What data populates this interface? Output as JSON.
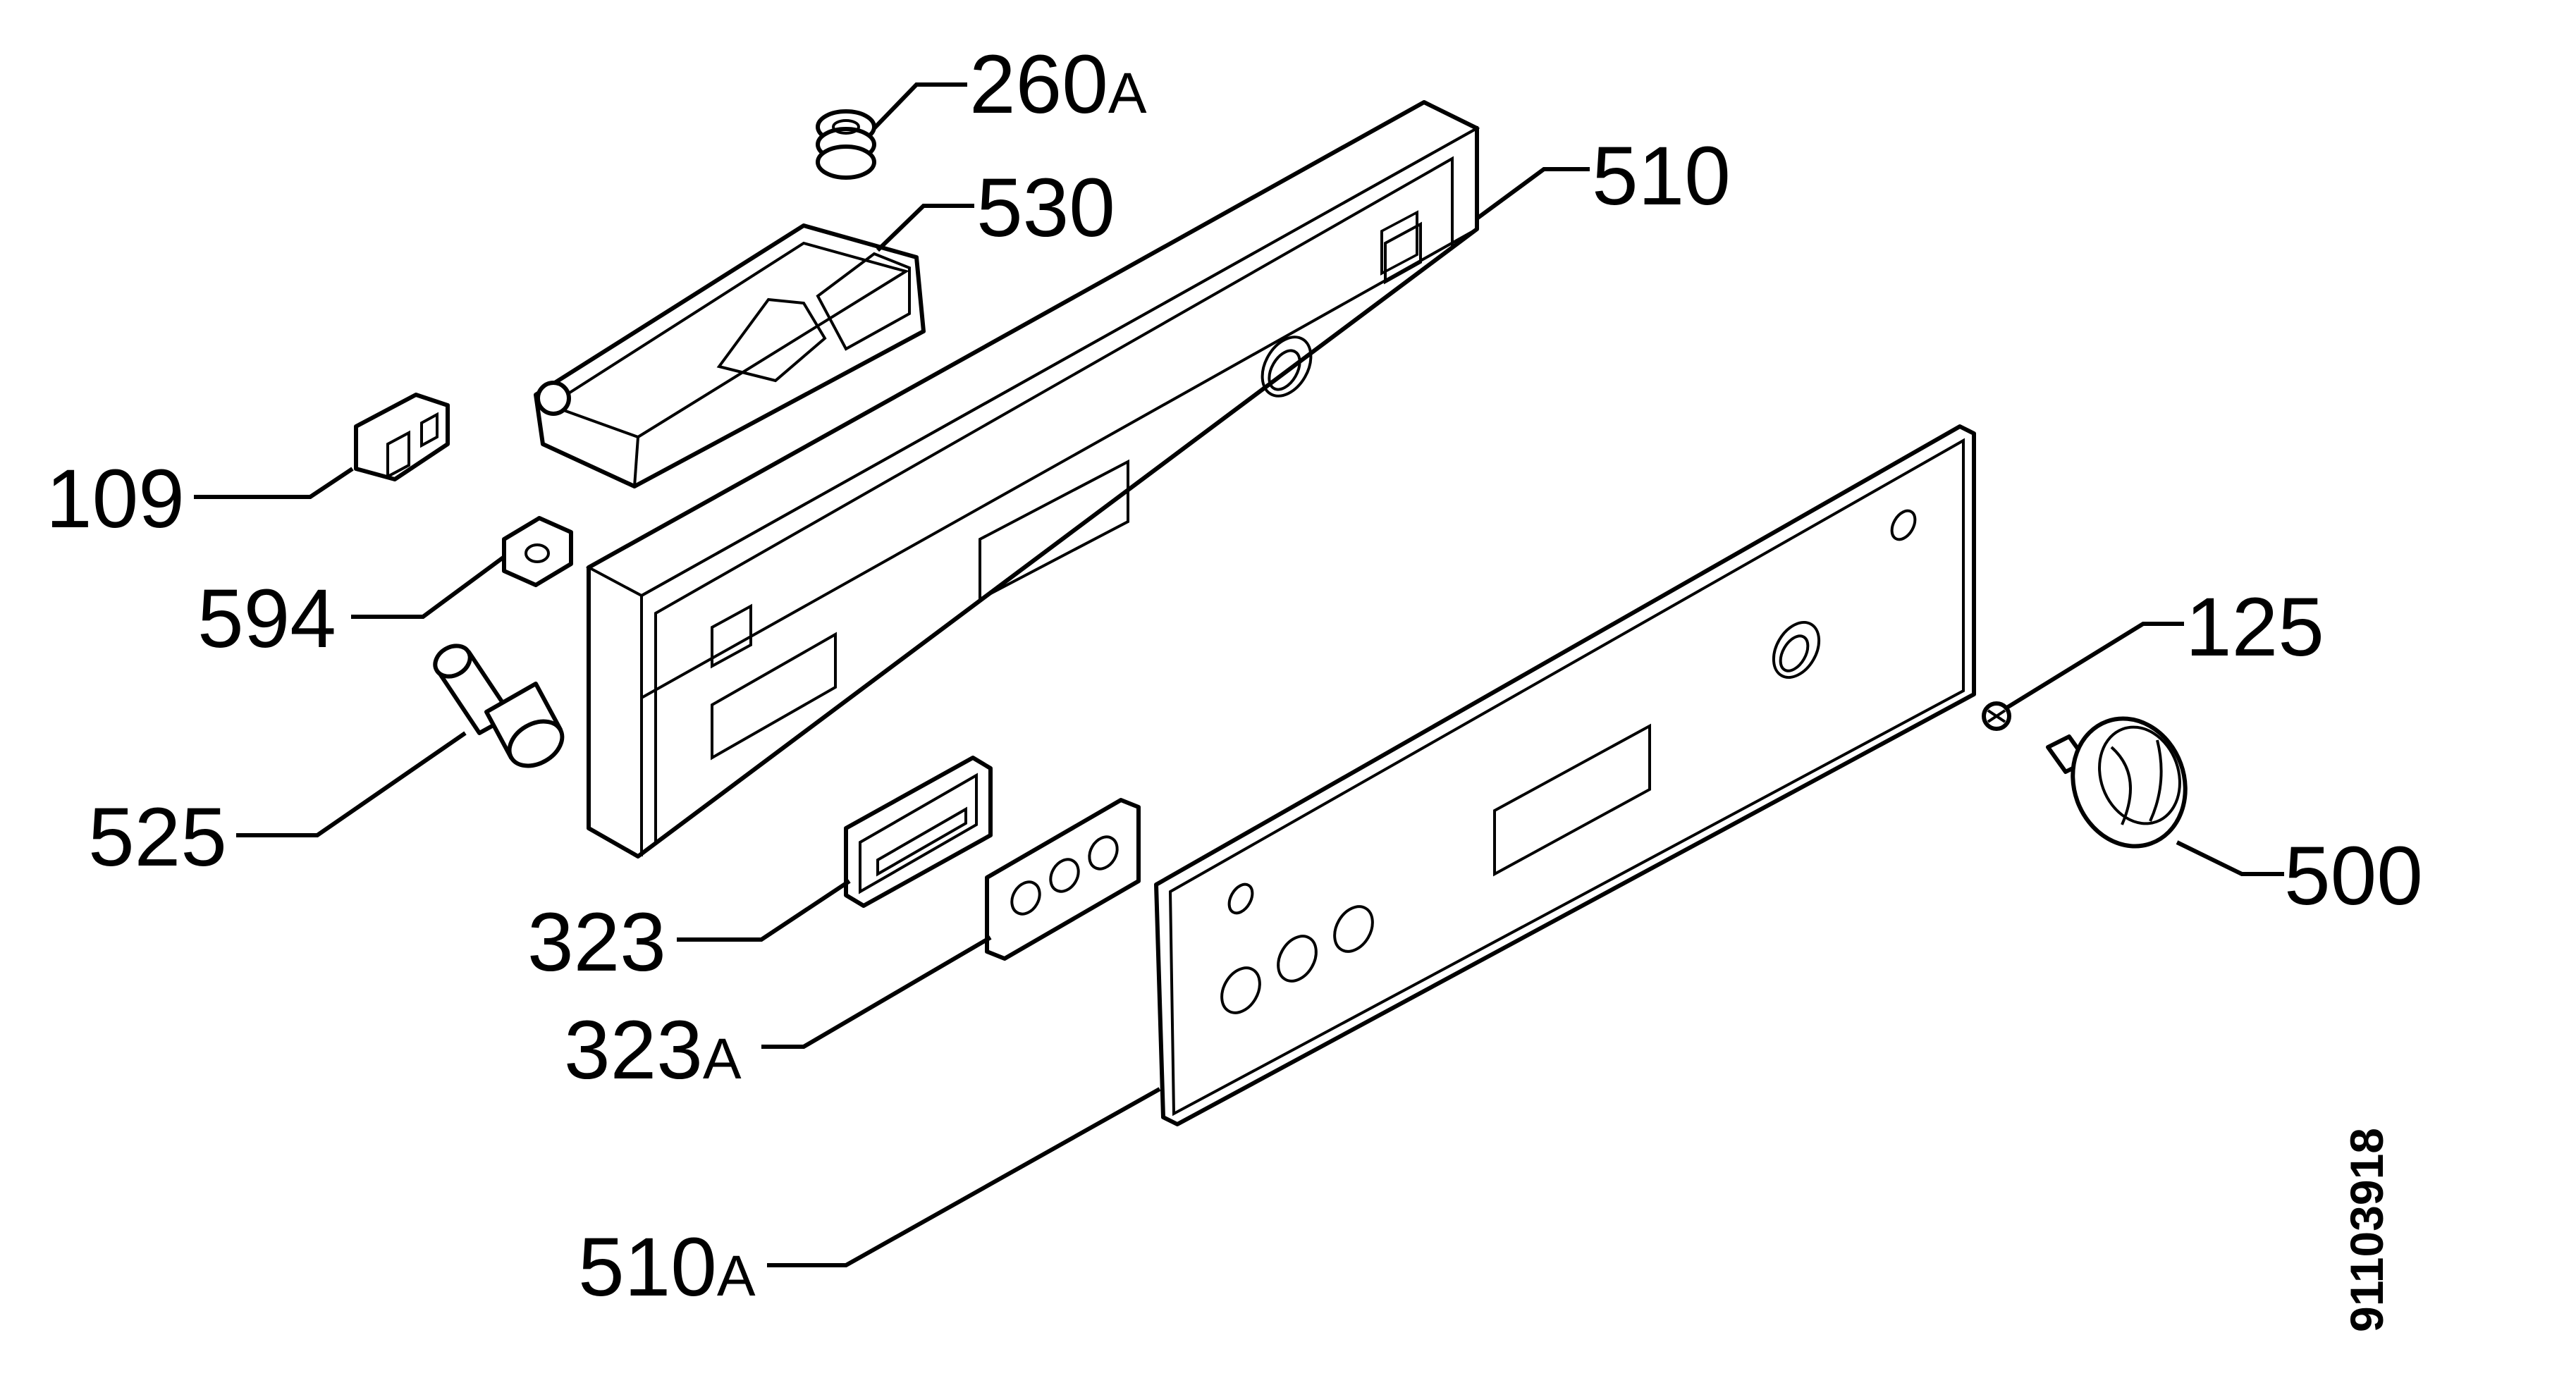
{
  "callouts": [
    {
      "id": "c260a",
      "number": "260",
      "suffix": "A"
    },
    {
      "id": "c530",
      "number": "530",
      "suffix": ""
    },
    {
      "id": "c510",
      "number": "510",
      "suffix": ""
    },
    {
      "id": "c109",
      "number": "109",
      "suffix": ""
    },
    {
      "id": "c594",
      "number": "594",
      "suffix": ""
    },
    {
      "id": "c525",
      "number": "525",
      "suffix": ""
    },
    {
      "id": "c323",
      "number": "323",
      "suffix": ""
    },
    {
      "id": "c323a",
      "number": "323",
      "suffix": "A"
    },
    {
      "id": "c510a",
      "number": "510",
      "suffix": "A"
    },
    {
      "id": "c125",
      "number": "125",
      "suffix": ""
    },
    {
      "id": "c500",
      "number": "500",
      "suffix": ""
    }
  ],
  "document_number": "91103918"
}
